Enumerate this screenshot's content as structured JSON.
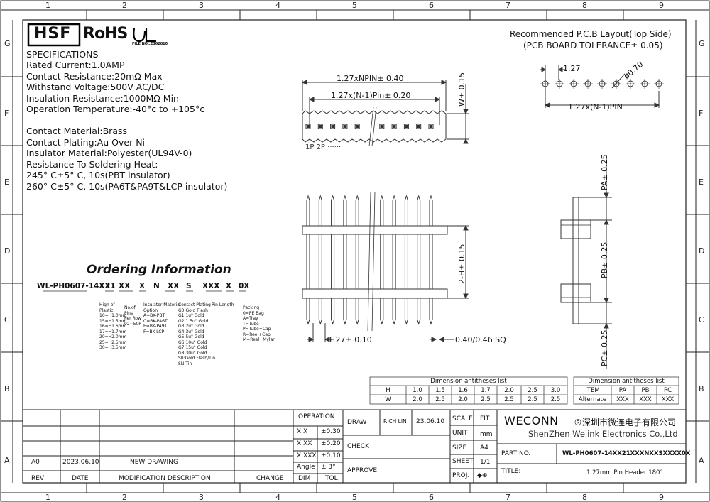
{
  "logos": {
    "hsf": "HSF",
    "rohs": "RoHS",
    "ul": "UL",
    "file_no": "FILE NO.:E362810"
  },
  "zones": {
    "cols": [
      "1",
      "2",
      "3",
      "4",
      "5",
      "6",
      "7",
      "8",
      "9"
    ],
    "rows": [
      "G",
      "F",
      "E",
      "D",
      "C",
      "B",
      "A"
    ]
  },
  "specs": {
    "title": "SPECIFICATIONS",
    "lines": [
      "Rated  Current:1.0AMP",
      "Contact  Resistance:20mΩ Max",
      "Withstand  Voltage:500V  AC/DC",
      "Insulation  Resistance:1000MΩ Min",
      "Operation  Temperature:-40°c  to  +105°c"
    ],
    "lines2": [
      "Contact  Material:Brass",
      "Contact  Plating:Au  Over  Ni",
      "Insulator  Material:Polyester(UL94V-0)",
      "Resistance  To  Soldering  Heat:",
      "245° C±5° C,  10s(PBT  insulator)",
      "260° C±5° C,  10s(PA6T&PA9T&LCP  insulator)"
    ]
  },
  "ordering": {
    "title": "Ordering Information",
    "code": [
      "WL-PH0607-14XX",
      "21",
      "XX",
      "X",
      "N",
      "XX",
      "S",
      "XXX",
      "X",
      "0X"
    ],
    "legends": [
      [
        "High of",
        "Plastic",
        "10=H1.0mm",
        "15=H1.5mm",
        "16=H1.6mm",
        "17=H1.7mm",
        "20=H2.0mm",
        "25=H2.5mm",
        "30=H3.5mm"
      ],
      [
        "No.of",
        "Pins",
        "Per Row",
        "02~50P"
      ],
      [
        "Insulator  Material",
        "Option",
        "A=BK-PBT",
        "C=BK-PA6T",
        "E=BK-PA9T",
        "F=BK-LCP"
      ],
      [
        "Contact  Plating",
        "G0:Gold  Flash",
        "G1:1u\"  Gold",
        "G2:1.5u\"  Gold",
        "G3:2u\"  Gold",
        "G4:3u\"  Gold",
        "G5:5u\"  Gold",
        "G6:10u\"  Gold",
        "G7:15u\"  Gold",
        "G8:30u\"  Gold",
        "S0:Gold  Flash/Tin",
        "SN:Tin"
      ],
      [
        "Pin  Length"
      ],
      [
        "Packing",
        "0=PE  Bag",
        "A=Tray",
        "T=Tube",
        "P=Tube+Cap",
        "R=Reel+Cap",
        "M=Reel+Mylar"
      ]
    ]
  },
  "pcb_layout": {
    "title": "Recommended  P.C.B  Layout(Top  Side)",
    "subtitle": "(PCB  BOARD  TOLERANCE± 0.05)",
    "pitch": "1.27",
    "hole": "ø0.70",
    "span": "1.27x(N-1)PIN"
  },
  "top_view": {
    "dim_total": "1.27xNPIN± 0.40",
    "dim_pins": "1.27x(N-1)Pin± 0.20",
    "dim_w": "W± 0.15",
    "pin_labels": "1P  2P  ······"
  },
  "front_view": {
    "dim_height": "2-H± 0.15",
    "dim_pitch": "1.27± 0.10",
    "dim_sq": "0.40/0.46  SQ"
  },
  "side_view": {
    "pa": "PA± 0.25",
    "pb": "PB± 0.25",
    "pc": "PC± 0.25"
  },
  "dim_table_1": {
    "title": "Dimension  antitheses  list",
    "rows": [
      [
        "H",
        "1.0",
        "1.5",
        "1.6",
        "1.7",
        "2.0",
        "2.5",
        "3.0"
      ],
      [
        "W",
        "2.0",
        "2.5",
        "2.0",
        "2.5",
        "2.5",
        "2.5",
        "2.5"
      ]
    ]
  },
  "dim_table_2": {
    "title": "Dimension  antitheses  list",
    "rows": [
      [
        "ITEM",
        "PA",
        "PB",
        "PC"
      ],
      [
        "Alternate",
        "XXX",
        "XXX",
        "XXX"
      ]
    ]
  },
  "title_block": {
    "operation": "OPERATION",
    "tolerances": [
      [
        "X.X",
        "±0.30"
      ],
      [
        "X.XX",
        "±0.20"
      ],
      [
        "X.XXX",
        "±0.10"
      ],
      [
        "Angle",
        "± 3°"
      ]
    ],
    "dim": "DIM",
    "tol": "TOL",
    "draw": "DRAW",
    "drawer": "RICH LIN",
    "date": "23.06.10",
    "check": "CHECK",
    "approve": "APPROVE",
    "scale": "SCALE",
    "scale_val": "FIT",
    "unit": "UNIT",
    "unit_val": "mm",
    "size": "SIZE",
    "size_val": "A4",
    "sheet": "SHEET",
    "sheet_val": "1/1",
    "proj": "PROJ.",
    "proj_val": "◆⊕",
    "company": "WECONN",
    "company_cn": "®深圳市微连电子有限公司",
    "company_en": "ShenZhen  Welink  Electronics  Co.,Ltd",
    "part_no_label": "PART  NO.",
    "part_no": "WL-PH0607-14XX21XXXNXXSXXXX0X",
    "title_label": "TITLE:",
    "title": "1.27mm  Pin  Header  180°",
    "rev_row": [
      "A0",
      "2023.06.10",
      "NEW  DRAWING"
    ],
    "rev_headers": [
      "REV",
      "DATE",
      "MODIFICATION  DESCRIPTION",
      "CHANGE"
    ]
  }
}
